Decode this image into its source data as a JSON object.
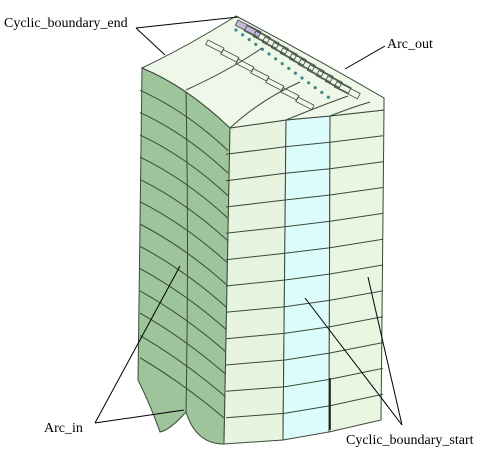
{
  "labels": {
    "cyclic_boundary_end": "Cyclic_boundary_end",
    "arc_out": "Arc_out",
    "arc_in": "Arc_in",
    "cyclic_boundary_start": "Cyclic_boundary_start"
  },
  "colors": {
    "left_face": "#9dc49a",
    "front_face": "#e7f4df",
    "split_face": "#dcfbfb",
    "right_face": "#e8f6e2",
    "top_face": "#eef7e8",
    "edge": "#3a4a3a",
    "slot_fill": "#c9b6df",
    "node": "#3d8a8a"
  }
}
